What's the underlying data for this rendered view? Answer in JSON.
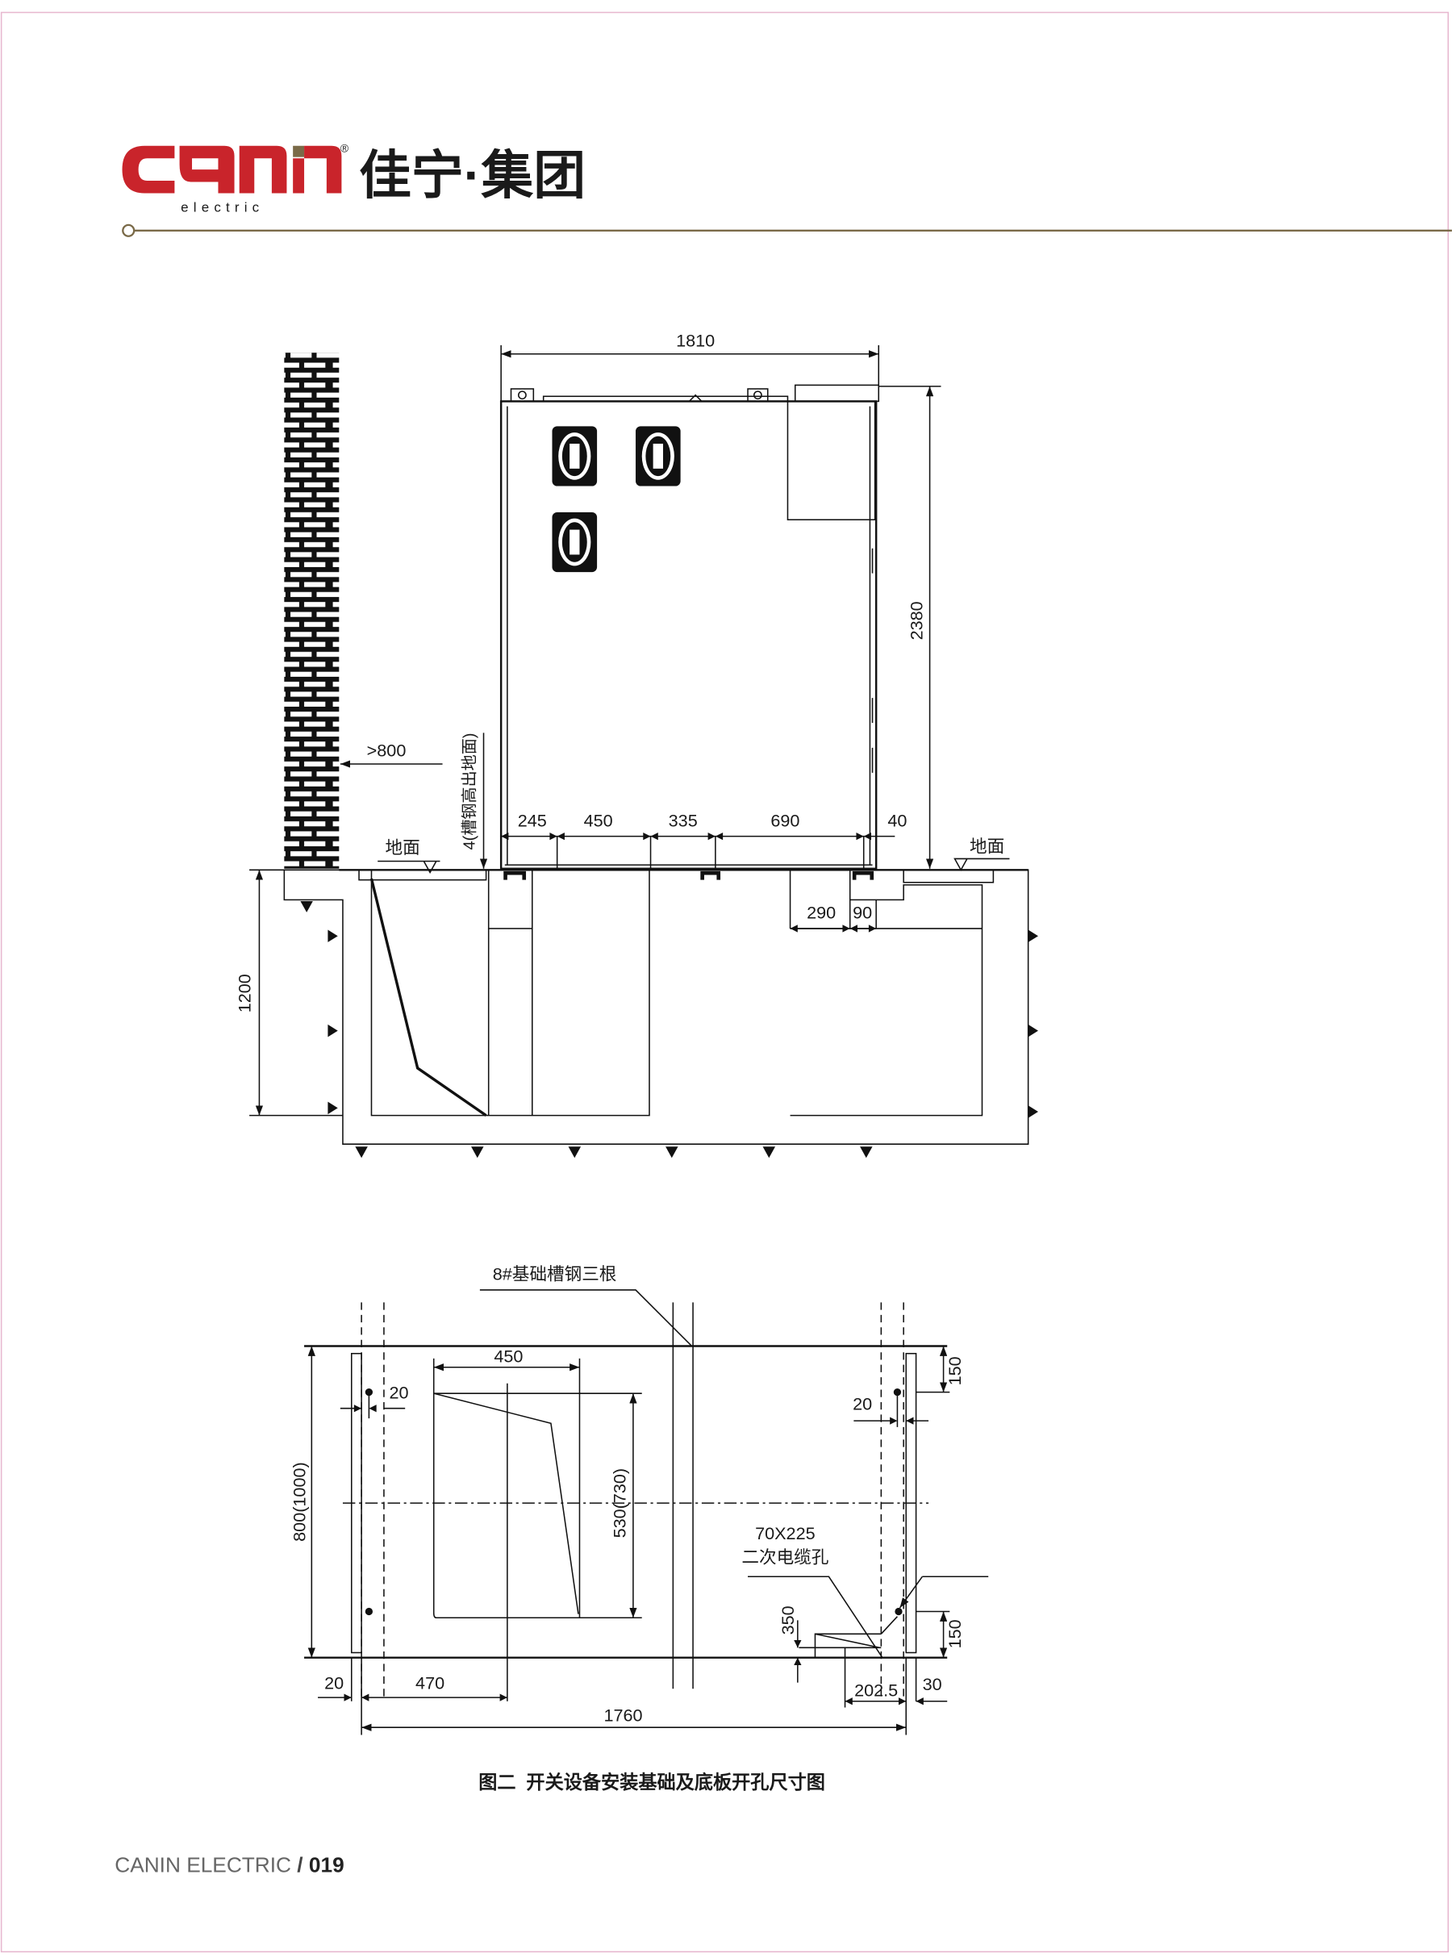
{
  "header": {
    "logo_text": "canin",
    "logo_sub": "electric",
    "registered_mark": "®",
    "company_cn": "佳宁·集团",
    "brand_color": "#c9242b",
    "accent_color": "#7a6a48"
  },
  "elevation": {
    "width_dim": "1810",
    "height_dim": "2380",
    "wall_clearance": ">800",
    "steel_height_note": "4(槽钢高出地面)",
    "ground_label_left": "地面",
    "ground_label_right": "地面",
    "pit_depth": "1200",
    "bottom_dims": [
      "245",
      "450",
      "335",
      "690",
      "40"
    ],
    "pit_dims": [
      "290",
      "90"
    ]
  },
  "plan": {
    "steel_note": "8#基础槽钢三根",
    "depth_dim": "800(1000)",
    "cutout_width": "450",
    "cutout_height": "530(730)",
    "left_offset": "20",
    "right_offset": "20",
    "right_top": "150",
    "right_bottom": "150",
    "cable_hole_size": "70X225",
    "cable_hole_label": "二次电缆孔",
    "cable_hole_offset": "350",
    "bottom_left": "20",
    "cutout_center": "470",
    "cable_center": "202.5",
    "right_edge": "30",
    "total_width": "1760"
  },
  "caption": "图二  开关设备安装基础及底板开孔尺寸图",
  "footer": {
    "brand": "CANIN ELECTRIC",
    "separator": " / ",
    "page": "019"
  }
}
